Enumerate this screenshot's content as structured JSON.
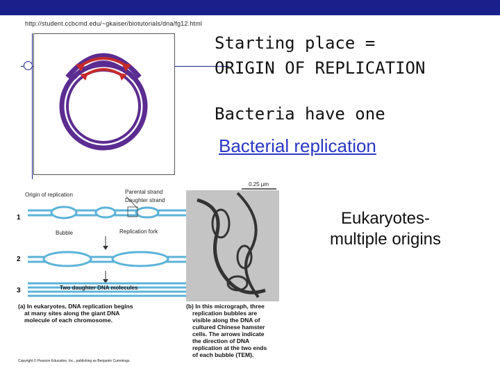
{
  "header": {
    "url": "http://student.ccbcmd.edu/~gkaiser/biotutorials/dna/fg12.html"
  },
  "slide": {
    "heading_line1": "Starting place =",
    "heading_line2": "ORIGIN OF REPLICATION",
    "bacteria_text": "Bacteria have one",
    "link_text": "Bacterial replication",
    "eukaryotes_line1": "Eukaryotes-",
    "eukaryotes_line2": "multiple origins"
  },
  "figure": {
    "label_origin": "Origin of replication",
    "label_parental": "Parental strand",
    "label_daughter": "Daughter strand",
    "label_bubble": "Bubble",
    "label_fork": "Replication fork",
    "label_two": "Two daughter DNA molecules",
    "step1": "1",
    "step2": "2",
    "step3": "3",
    "scale": "0.25 µm",
    "caption_a": [
      "(a) In eukaryotes, DNA replication begins",
      "at many sites along the giant DNA",
      "molecule of each chromosome."
    ],
    "caption_b": [
      "(b) In this micrograph, three",
      "replication bubbles are",
      "visible along the DNA of",
      "cultured Chinese hamster",
      "cells. The arrows indicate",
      "the direction of DNA",
      "replication at the two ends",
      "of each bubble (TEM)."
    ],
    "copyright": "Copyright © Pearson Education, Inc., publishing as Benjamin Cummings."
  }
}
